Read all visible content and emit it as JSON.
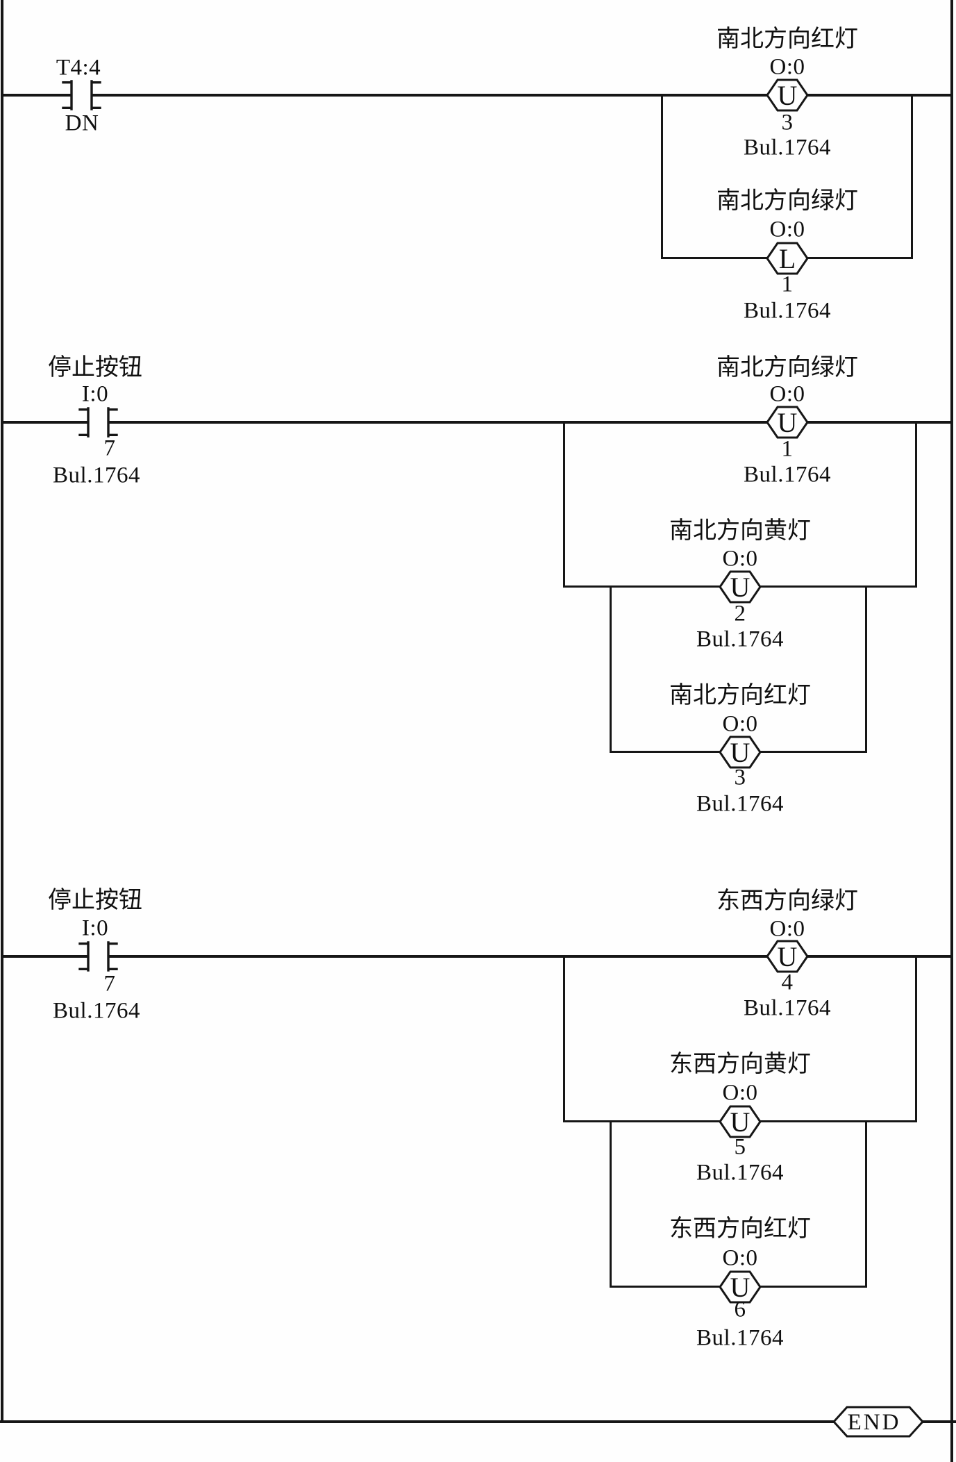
{
  "rungs": [
    {
      "input": {
        "address": "T4:4",
        "qualifier": "DN"
      },
      "outputs": [
        {
          "name": "南北方向红灯",
          "address": "O:0",
          "coil": "U",
          "bit": "3",
          "module": "Bul.1764"
        },
        {
          "name": "南北方向绿灯",
          "address": "O:0",
          "coil": "L",
          "bit": "1",
          "module": "Bul.1764"
        }
      ]
    },
    {
      "input": {
        "name": "停止按钮",
        "address": "I:0",
        "bit": "7",
        "module": "Bul.1764"
      },
      "outputs": [
        {
          "name": "南北方向绿灯",
          "address": "O:0",
          "coil": "U",
          "bit": "1",
          "module": "Bul.1764"
        },
        {
          "name": "南北方向黄灯",
          "address": "O:0",
          "coil": "U",
          "bit": "2",
          "module": "Bul.1764"
        },
        {
          "name": "南北方向红灯",
          "address": "O:0",
          "coil": "U",
          "bit": "3",
          "module": "Bul.1764"
        }
      ]
    },
    {
      "input": {
        "name": "停止按钮",
        "address": "I:0",
        "bit": "7",
        "module": "Bul.1764"
      },
      "outputs": [
        {
          "name": "东西方向绿灯",
          "address": "O:0",
          "coil": "U",
          "bit": "4",
          "module": "Bul.1764"
        },
        {
          "name": "东西方向黄灯",
          "address": "O:0",
          "coil": "U",
          "bit": "5",
          "module": "Bul.1764"
        },
        {
          "name": "东西方向红灯",
          "address": "O:0",
          "coil": "U",
          "bit": "6",
          "module": "Bul.1764"
        }
      ]
    }
  ],
  "end": {
    "label": "END"
  }
}
